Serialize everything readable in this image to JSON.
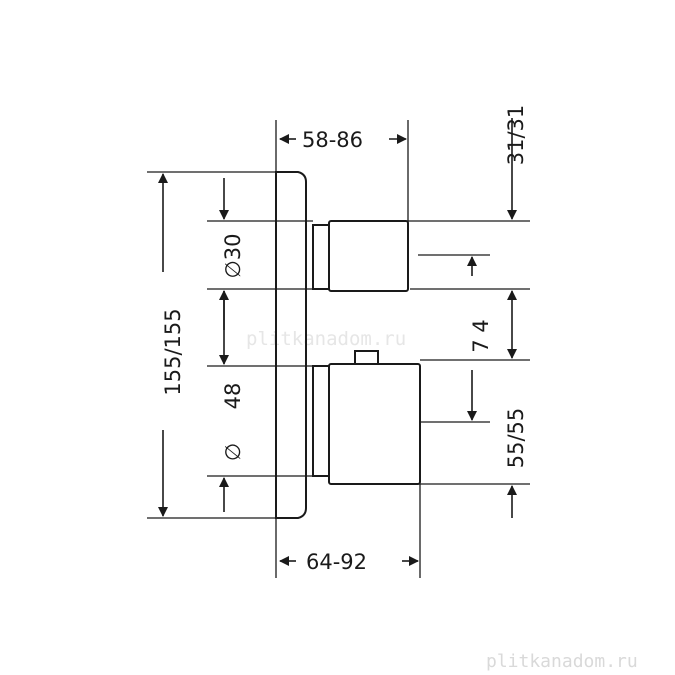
{
  "watermark": {
    "center_text": "plitkanadom.ru",
    "corner_text": "plitkanadom.ru"
  },
  "dimensions": {
    "top_width": "58-86",
    "bottom_width": "64-92",
    "total_height": "155/155",
    "top_right": "31/31",
    "middle_right": "7 4",
    "bottom_right": "55/55",
    "diameter_top": "∅30",
    "diameter_bottom_number": "48",
    "diameter_bottom_symbol": "∅"
  },
  "colors": {
    "line": "#1a1a1a",
    "watermark": "#e6e6e6"
  }
}
